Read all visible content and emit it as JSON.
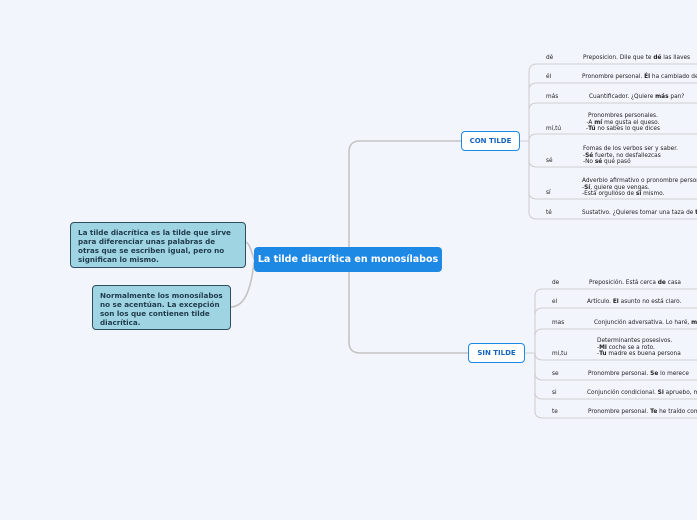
{
  "central": "La tilde diacrítica en monosílabos",
  "notes": [
    "La tilde diacrítica es la tilde que sirve para diferenciar unas palabras de otras que se escriben igual, pero no significan lo mismo.",
    "Normalmente los monosílabos no se acentúan. La excepción son los que contienen tilde diacrítica."
  ],
  "con_tilde": {
    "label": "CON TILDE",
    "items": [
      {
        "word": "dé",
        "desc": [
          [
            "Preposicion. Dile que te ",
            ""
          ],
          [
            "dé",
            "b"
          ],
          [
            " las llaves",
            ""
          ]
        ]
      },
      {
        "word": "él",
        "desc": [
          [
            "Pronombre personal. ",
            ""
          ],
          [
            "Él",
            "b"
          ],
          [
            " ha cambiado de b",
            ""
          ]
        ]
      },
      {
        "word": "más",
        "desc": [
          [
            "Cuantificador. ¿Quiere ",
            ""
          ],
          [
            "más",
            "b"
          ],
          [
            " pan?",
            ""
          ]
        ]
      },
      {
        "word": "mí,tú",
        "desc_lines": [
          [
            [
              "Pronombres personales.",
              ""
            ]
          ],
          [
            [
              "-A ",
              ""
            ],
            [
              "mí",
              "b"
            ],
            [
              " me gusta el queso.",
              ""
            ]
          ],
          [
            [
              "-",
              ""
            ],
            [
              "Tú",
              "b"
            ],
            [
              " no sabes lo que dices",
              ""
            ]
          ]
        ]
      },
      {
        "word": "sé",
        "desc_lines": [
          [
            [
              "Fomas de los verbos ser y saber.",
              ""
            ]
          ],
          [
            [
              "-",
              ""
            ],
            [
              "Sé",
              "b"
            ],
            [
              " fuerte, no desfallezcas",
              ""
            ]
          ],
          [
            [
              "-No ",
              ""
            ],
            [
              "sé",
              "b"
            ],
            [
              " qué pasó",
              ""
            ]
          ]
        ]
      },
      {
        "word": "sí",
        "desc_lines": [
          [
            [
              "Adverbio afirmativo o pronombre persona",
              ""
            ]
          ],
          [
            [
              "-",
              ""
            ],
            [
              "Sí",
              "b"
            ],
            [
              ", quiere que vengas.",
              ""
            ]
          ],
          [
            [
              "-Está orgulloso de ",
              ""
            ],
            [
              "sí",
              "b"
            ],
            [
              " mismo.",
              ""
            ]
          ]
        ]
      },
      {
        "word": "té",
        "desc": [
          [
            "Sustativo. ¿Quieres tomar una taza de ",
            ""
          ],
          [
            "té",
            "b"
          ]
        ]
      }
    ]
  },
  "sin_tilde": {
    "label": "SIN TILDE",
    "items": [
      {
        "word": "de",
        "desc": [
          [
            "Preposición. Está cerca ",
            ""
          ],
          [
            "de",
            "b"
          ],
          [
            " casa",
            ""
          ]
        ]
      },
      {
        "word": "el",
        "desc": [
          [
            "Artículo. ",
            ""
          ],
          [
            "El",
            "b"
          ],
          [
            " asunto no está claro.",
            ""
          ]
        ]
      },
      {
        "word": "mas",
        "desc": [
          [
            "Conjunción adversativa. Lo haré, ",
            ""
          ],
          [
            "ma",
            "b"
          ]
        ]
      },
      {
        "word": "mi,tu",
        "desc_lines": [
          [
            [
              "Determinantes posesivos.",
              ""
            ]
          ],
          [
            [
              "-",
              ""
            ],
            [
              "Mi",
              "b"
            ],
            [
              " coche se a roto.",
              ""
            ]
          ],
          [
            [
              "-",
              ""
            ],
            [
              "Tu",
              "b"
            ],
            [
              " madre es buena persona",
              ""
            ]
          ]
        ]
      },
      {
        "word": "se",
        "desc": [
          [
            "Pronombre personal. ",
            ""
          ],
          [
            "Se",
            "b"
          ],
          [
            " lo merece",
            ""
          ]
        ]
      },
      {
        "word": "si",
        "desc": [
          [
            "Conjunción condicional. ",
            ""
          ],
          [
            "Si",
            "b"
          ],
          [
            " apruebo, me",
            ""
          ]
        ]
      },
      {
        "word": "te",
        "desc": [
          [
            "Pronombre personal. ",
            ""
          ],
          [
            "Te",
            "b"
          ],
          [
            " he traído comi",
            ""
          ]
        ]
      }
    ]
  },
  "colors": {
    "background": "#f3f5fd",
    "accent": "#1e88e5",
    "note_fill": "#9fd4e3",
    "line": "#c8c8c8"
  }
}
